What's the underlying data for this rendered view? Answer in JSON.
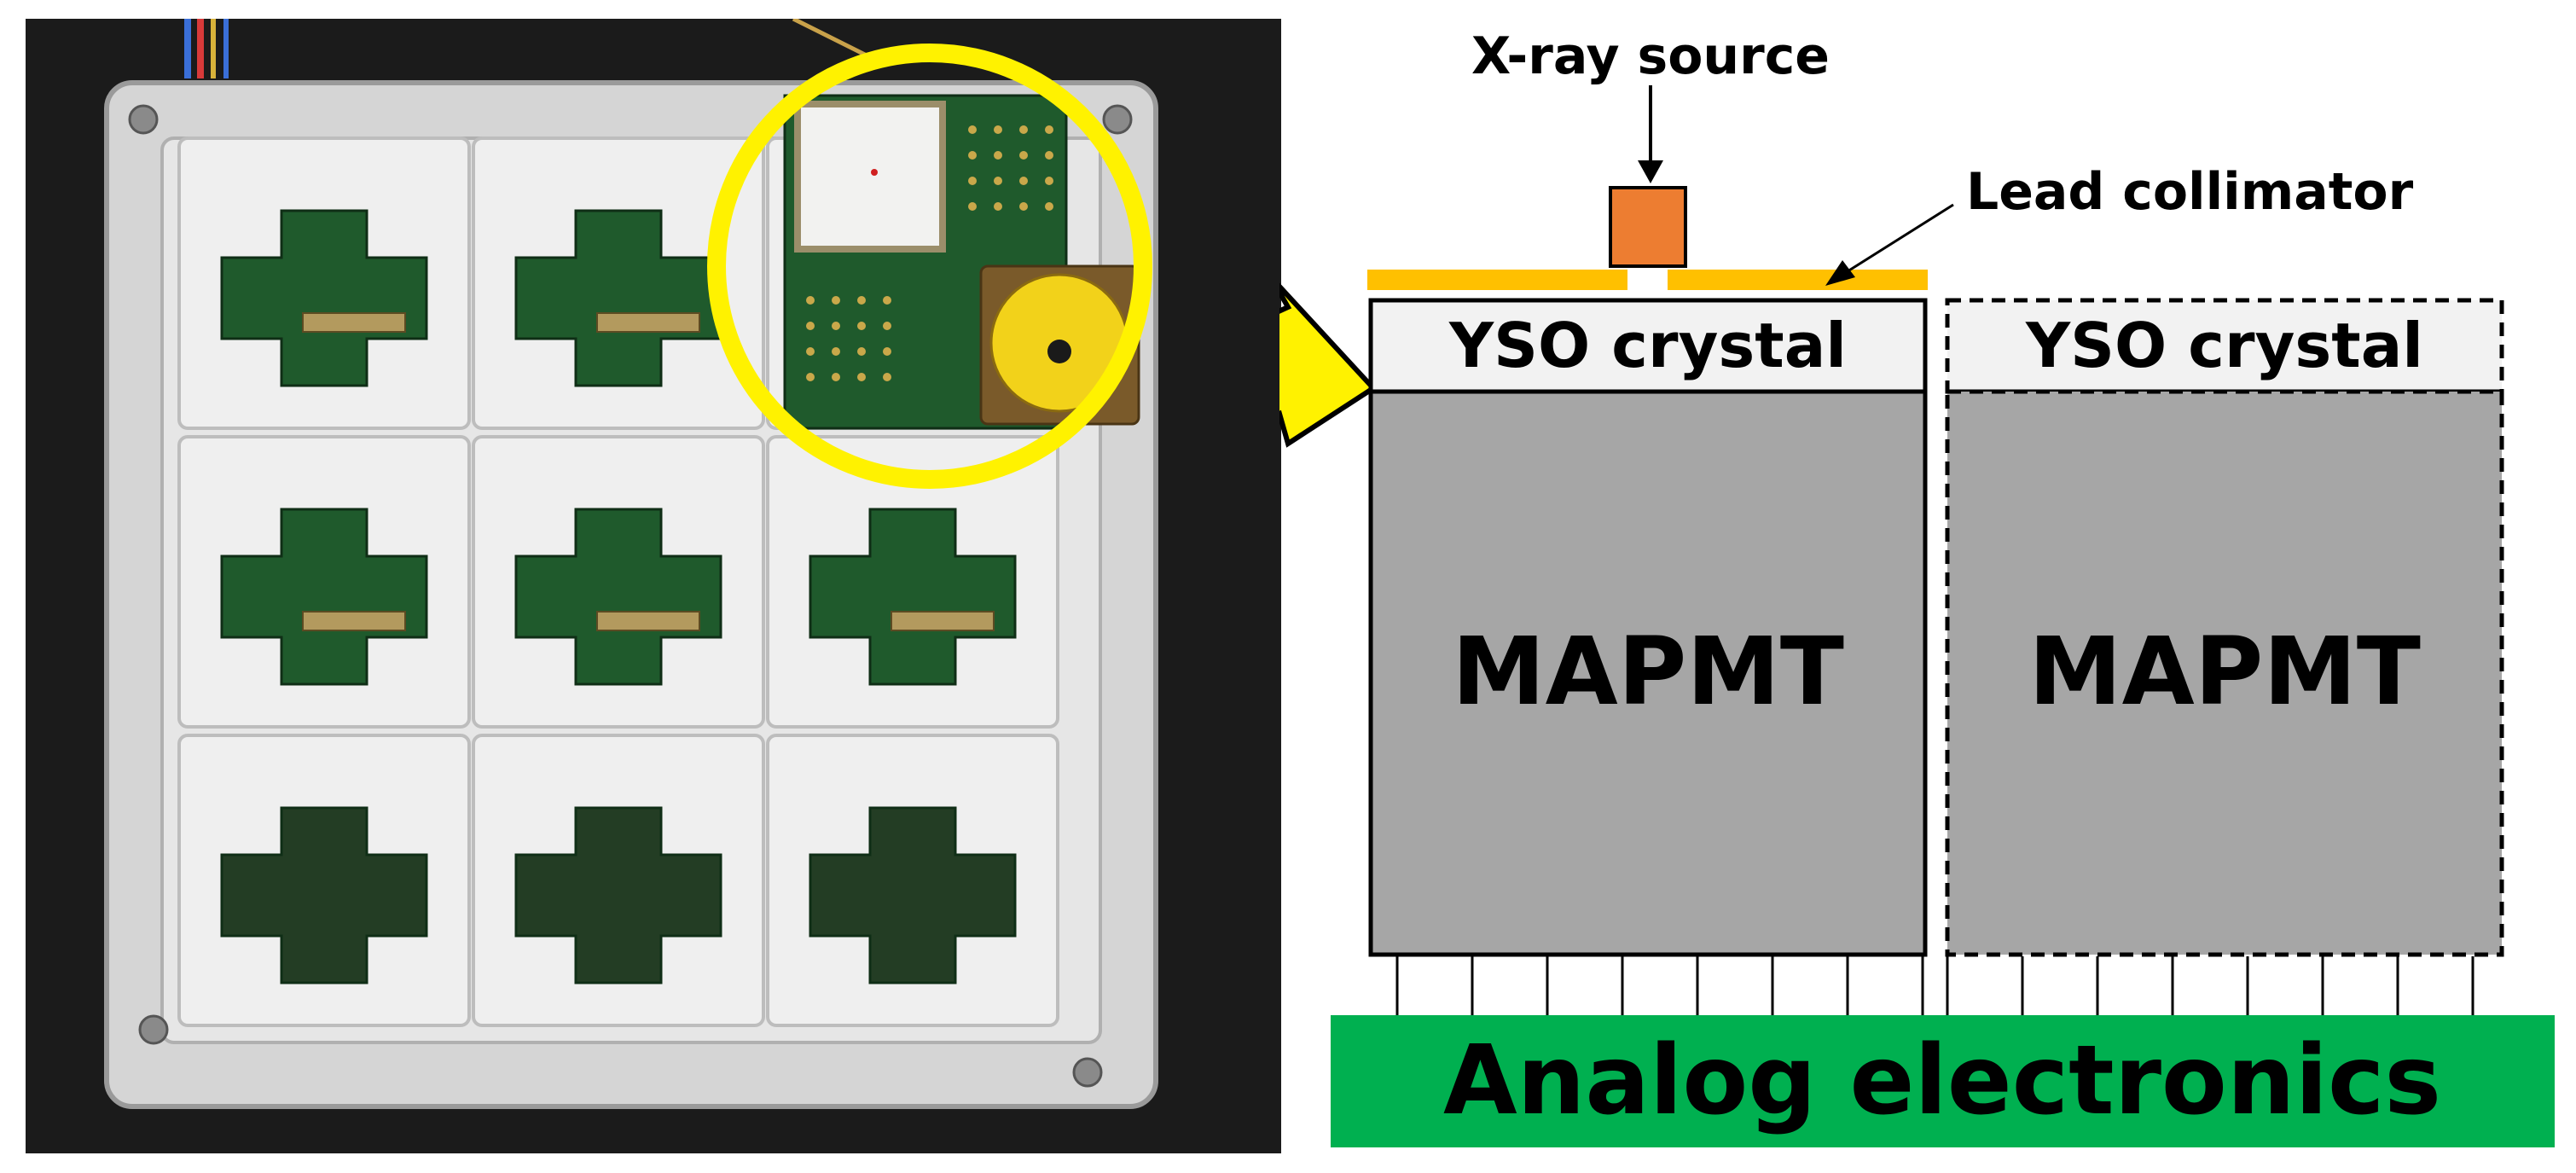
{
  "labels": {
    "xray_source": "X-ray source",
    "lead_collimator": "Lead collimator",
    "yso_crystal_left": "YSO crystal",
    "yso_crystal_right": "YSO crystal",
    "mapmt_left": "MAPMT",
    "mapmt_right": "MAPMT",
    "analog_electronics": "Analog electronics"
  },
  "colors": {
    "xray_source": "#ED7D31",
    "lead_collimator": "#FFC000",
    "yso_crystal": "#F2F2F2",
    "mapmt": "#A6A6A6",
    "analog_electronics": "#00B050",
    "highlight_circle": "#FFF200",
    "arrow": "#FFF200"
  }
}
